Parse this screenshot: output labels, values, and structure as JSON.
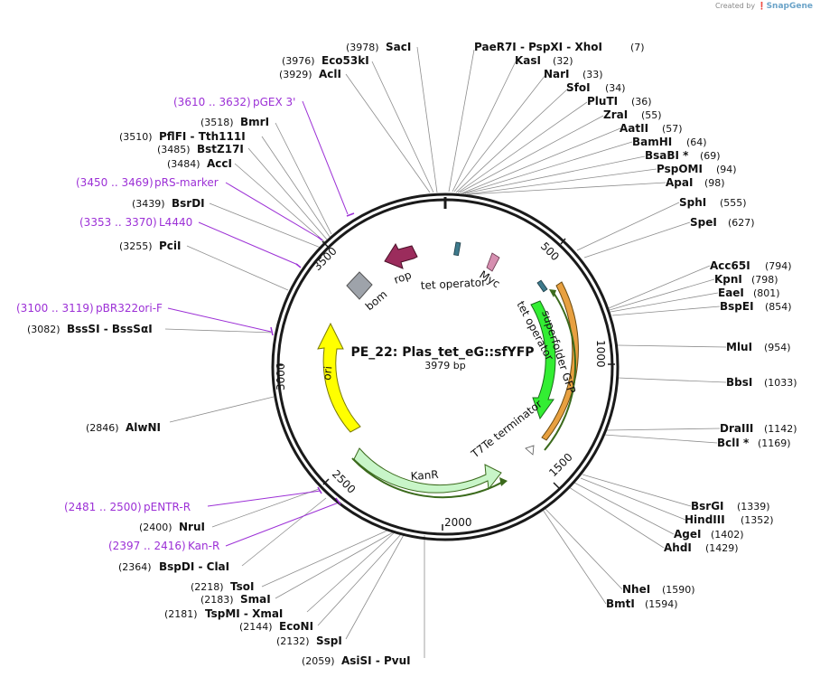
{
  "header": {
    "created_by": "Created by",
    "brand": "SnapGene"
  },
  "map": {
    "name": "PE_22: Plas_tet_eG::sfYFP",
    "length_label": "3979 bp"
  },
  "colors": {
    "backbone": "#1a1a1a",
    "primer": "#9c30d6",
    "ori": "#ffff00",
    "kanR": "#c8f5c8",
    "sfGFP": "#33ee33",
    "rop": "#9b2c5c",
    "bom": "#9ea3aa",
    "tet_operator": "#3e7a8c",
    "myc": "#d68fb0",
    "orange_track": "#e8a040"
  },
  "ticks": [
    "500",
    "1000",
    "1500",
    "2000",
    "2500",
    "3000",
    "3500"
  ],
  "features": [
    {
      "id": "bom",
      "label": "bom"
    },
    {
      "id": "rop",
      "label": "rop"
    },
    {
      "id": "tetop1",
      "label": "tet operator"
    },
    {
      "id": "myc",
      "label": "Myc"
    },
    {
      "id": "tetop2",
      "label": "tet operator"
    },
    {
      "id": "sfgfp",
      "label": "superfolder GFP"
    },
    {
      "id": "t7te",
      "label": "T7Te terminator"
    },
    {
      "id": "kanr",
      "label": "KanR"
    },
    {
      "id": "ori",
      "label": "ori"
    }
  ],
  "primers": [
    {
      "range": "(3610 .. 3632)",
      "name": "pGEX 3'"
    },
    {
      "range": "(3450 .. 3469)",
      "name": "pRS-marker"
    },
    {
      "range": "(3353 .. 3370)",
      "name": "L4440"
    },
    {
      "range": "(3100 .. 3119)",
      "name": "pBR322ori-F"
    },
    {
      "range": "(2481 .. 2500)",
      "name": "pENTR-R"
    },
    {
      "range": "(2397 .. 2416)",
      "name": "Kan-R"
    }
  ],
  "enzymes_left": [
    {
      "pos": "(3978)",
      "name": "SacI"
    },
    {
      "pos": "(3976)",
      "name": "Eco53kI"
    },
    {
      "pos": "(3929)",
      "name": "AclI"
    },
    {
      "pos": "(3518)",
      "name": "BmrI"
    },
    {
      "pos": "(3510)",
      "name": "PflFI  -  Tth111I"
    },
    {
      "pos": "(3485)",
      "name": "BstZ17I"
    },
    {
      "pos": "(3484)",
      "name": "AccI"
    },
    {
      "pos": "(3439)",
      "name": "BsrDI"
    },
    {
      "pos": "(3255)",
      "name": "PciI"
    },
    {
      "pos": "(3082)",
      "name": "BssSI  -  BssSαI"
    },
    {
      "pos": "(2846)",
      "name": "AlwNI"
    },
    {
      "pos": "(2400)",
      "name": "NruI"
    },
    {
      "pos": "(2364)",
      "name": "BspDI  -  ClaI"
    },
    {
      "pos": "(2218)",
      "name": "TsoI"
    },
    {
      "pos": "(2183)",
      "name": "SmaI"
    },
    {
      "pos": "(2181)",
      "name": "TspMI  -  XmaI"
    },
    {
      "pos": "(2144)",
      "name": "EcoNI"
    },
    {
      "pos": "(2132)",
      "name": "SspI"
    },
    {
      "pos": "(2059)",
      "name": "AsiSI  -  PvuI"
    }
  ],
  "enzymes_right": [
    {
      "name": "PaeR7I  -  PspXI  -  XhoI",
      "pos": "(7)"
    },
    {
      "name": "KasI",
      "pos": "(32)"
    },
    {
      "name": "NarI",
      "pos": "(33)"
    },
    {
      "name": "SfoI",
      "pos": "(34)"
    },
    {
      "name": "PluTI",
      "pos": "(36)"
    },
    {
      "name": "ZraI",
      "pos": "(55)"
    },
    {
      "name": "AatII",
      "pos": "(57)"
    },
    {
      "name": "BamHI",
      "pos": "(64)"
    },
    {
      "name": "BsaBI *",
      "pos": "(69)"
    },
    {
      "name": "PspOMI",
      "pos": "(94)"
    },
    {
      "name": "ApaI",
      "pos": "(98)"
    },
    {
      "name": "SphI",
      "pos": "(555)"
    },
    {
      "name": "SpeI",
      "pos": "(627)"
    },
    {
      "name": "Acc65I",
      "pos": "(794)"
    },
    {
      "name": "KpnI",
      "pos": "(798)"
    },
    {
      "name": "EaeI",
      "pos": "(801)"
    },
    {
      "name": "BspEI",
      "pos": "(854)"
    },
    {
      "name": "MluI",
      "pos": "(954)"
    },
    {
      "name": "BbsI",
      "pos": "(1033)"
    },
    {
      "name": "DraIII",
      "pos": "(1142)"
    },
    {
      "name": "BclI *",
      "pos": "(1169)"
    },
    {
      "name": "BsrGI",
      "pos": "(1339)"
    },
    {
      "name": "HindIII",
      "pos": "(1352)"
    },
    {
      "name": "AgeI",
      "pos": "(1402)"
    },
    {
      "name": "AhdI",
      "pos": "(1429)"
    },
    {
      "name": "NheI",
      "pos": "(1590)"
    },
    {
      "name": "BmtI",
      "pos": "(1594)"
    }
  ]
}
